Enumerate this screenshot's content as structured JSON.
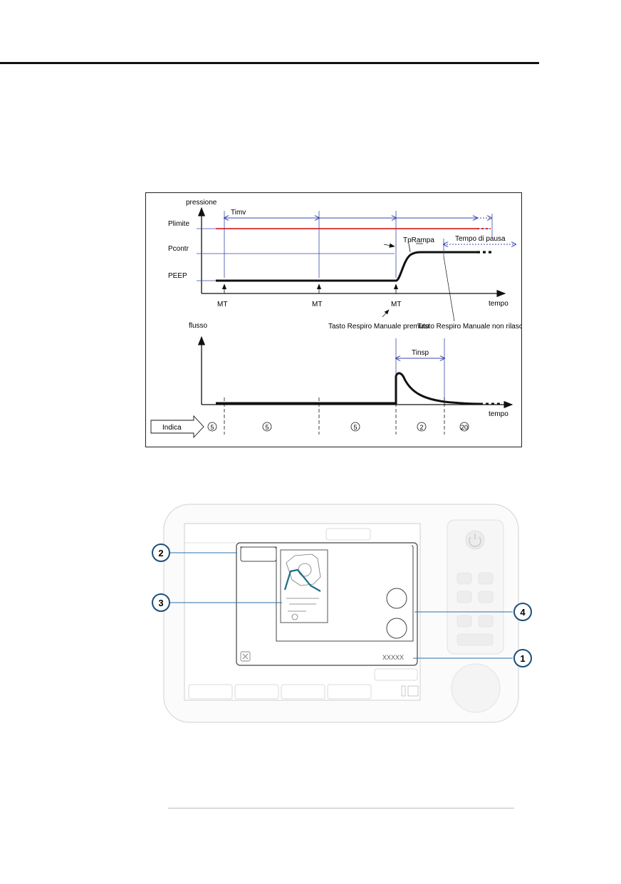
{
  "chart_data": {
    "type": "line",
    "top_panel": {
      "ylabel": "pressione",
      "xlabel": "tempo",
      "y_labels": [
        "Plimite",
        "Pcontr",
        "PEEP"
      ],
      "timing_labels": [
        "Timv",
        "TpRampa",
        "Tempo di pausa"
      ],
      "trigger_labels": [
        "MT",
        "MT",
        "MT"
      ],
      "annotations": [
        "Tasto Respiro Manuale premuto",
        "Tasto Respiro Manuale non rilasciato"
      ]
    },
    "bottom_panel": {
      "ylabel": "flusso",
      "xlabel": "tempo",
      "timing_labels": [
        "Tinsp"
      ],
      "indicator_label": "Indica",
      "indicator_values": [
        "5",
        "5",
        "5",
        "2",
        "20"
      ]
    }
  },
  "device": {
    "callouts": [
      "1",
      "2",
      "3",
      "4"
    ],
    "dialog_text": "XXXXX",
    "icons": [
      "power-icon",
      "close-icon"
    ]
  }
}
